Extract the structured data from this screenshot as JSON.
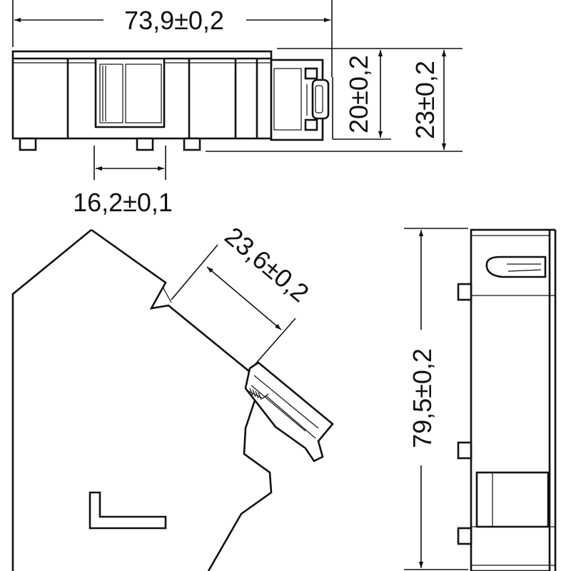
{
  "drawing": {
    "dimensions": {
      "overall_length": "73,9±0,2",
      "clip_width": "16,2±0,1",
      "height_inner": "20±0,2",
      "height_outer": "23±0,2",
      "angled_depth": "23,6±0,2",
      "side_length": "79,5±0,2"
    },
    "colors": {
      "line": "#111111",
      "background": "#ffffff"
    }
  }
}
